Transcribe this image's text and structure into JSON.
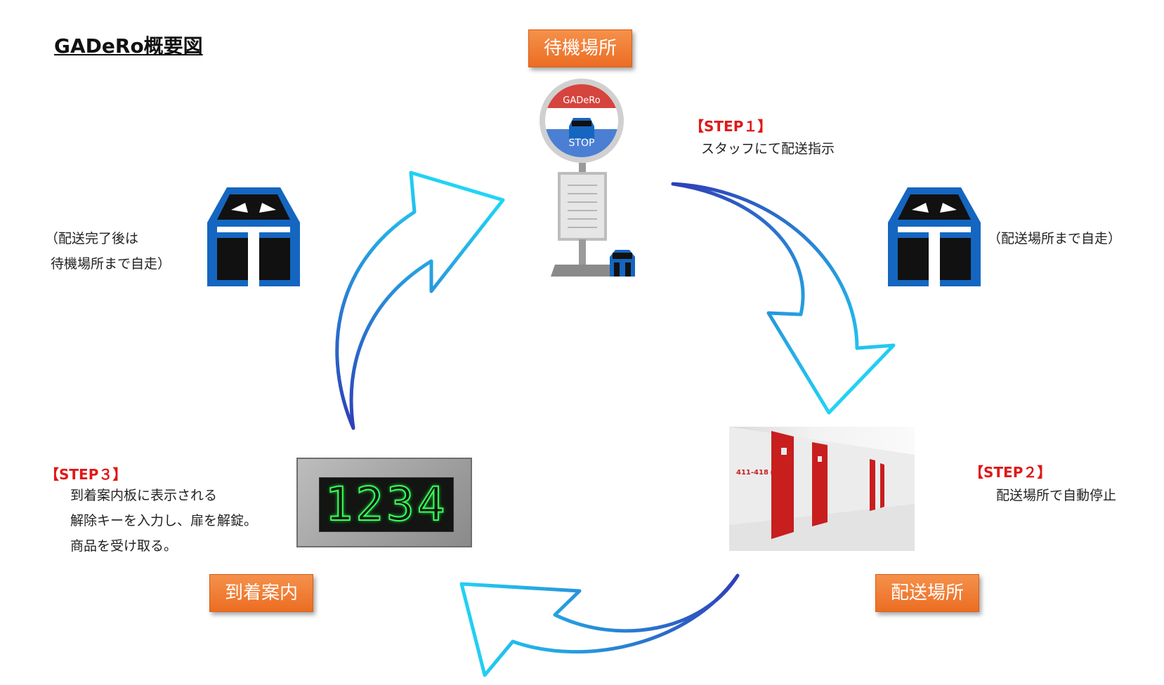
{
  "title": "GADeRo概要図",
  "places": {
    "waiting": "待機場所",
    "delivery": "配送場所",
    "arrival": "到着案内"
  },
  "steps": {
    "step1": {
      "title": "【STEP１】",
      "lines": [
        "スタッフにて配送指示"
      ]
    },
    "step2": {
      "title": "【STEP２】",
      "lines": [
        "配送場所で自動停止"
      ]
    },
    "step3": {
      "title": "【STEP３】",
      "lines": [
        "到着案内板に表示される",
        "解除キーを入力し、扉を解錠。",
        "商品を受け取る。"
      ]
    }
  },
  "notes": {
    "to_delivery": "（配送場所まで自走）",
    "after_delivery": [
      "（配送完了後は",
      "待機場所まで自走）"
    ]
  },
  "stop_sign": {
    "top": "GADeRo",
    "bottom": "STOP"
  },
  "display_panel": {
    "digits": "1234"
  },
  "hallway": {
    "room_label": "411-418 ▸"
  },
  "colors": {
    "accent_orange": "#ec6d23",
    "step_red": "#e01818",
    "arrow_cyan": "#21d4f5",
    "arrow_blue": "#2f3fb8",
    "robot_blue": "#1566c0"
  }
}
